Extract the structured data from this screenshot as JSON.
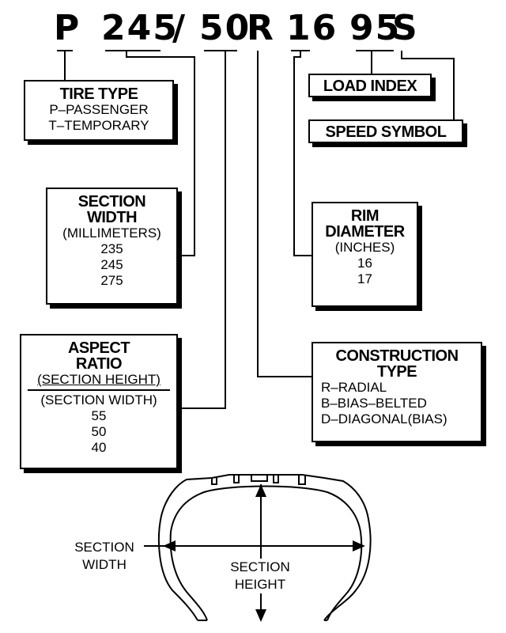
{
  "code": {
    "p": "P",
    "width": "245",
    "slash": "/",
    "ratio": "50",
    "construction": "R",
    "rim": "16",
    "load": "95",
    "speed": "S"
  },
  "tire_type": {
    "title": "TIRE TYPE",
    "lines": [
      "P–PASSENGER",
      "T–TEMPORARY"
    ]
  },
  "section_width": {
    "title_1": "SECTION",
    "title_2": "WIDTH",
    "unit": "(MILLIMETERS)",
    "values": [
      "235",
      "245",
      "275"
    ]
  },
  "aspect_ratio": {
    "title_1": "ASPECT",
    "title_2": "RATIO",
    "numerator": "(SECTION HEIGHT)",
    "denominator": "(SECTION WIDTH)",
    "values": [
      "55",
      "50",
      "40"
    ]
  },
  "load_index": {
    "title": "LOAD INDEX"
  },
  "speed_symbol": {
    "title": "SPEED SYMBOL"
  },
  "rim_diameter": {
    "title_1": "RIM",
    "title_2": "DIAMETER",
    "unit": "(INCHES)",
    "values": [
      "16",
      "17"
    ]
  },
  "construction_type": {
    "title_1": "CONSTRUCTION",
    "title_2": "TYPE",
    "lines": [
      "R–RADIAL",
      "B–BIAS–BELTED",
      "D–DIAGONAL(BIAS)"
    ]
  },
  "tire_diagram": {
    "section_width_1": "SECTION",
    "section_width_2": "WIDTH",
    "section_height_1": "SECTION",
    "section_height_2": "HEIGHT"
  }
}
